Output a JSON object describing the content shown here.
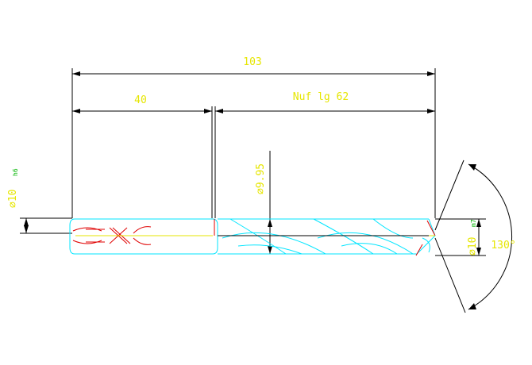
{
  "dimensions": {
    "overall_length": "103",
    "shank_length": "40",
    "flute_length": "Nuf lg 62",
    "shank_diameter": "∅10",
    "shank_tolerance": "h6",
    "body_diameter": "∅9.95",
    "tip_diameter": "∅10",
    "tip_tolerance": "m7",
    "point_angle": "130°"
  },
  "colors": {
    "background": "#ffffff",
    "dimension_lines": "#000000",
    "dimension_text": "#e6e600",
    "tolerance_text": "#00b400",
    "drill_outline": "#00e5ff",
    "hidden_lines": "#e00000",
    "center_line": "#e6e600"
  }
}
